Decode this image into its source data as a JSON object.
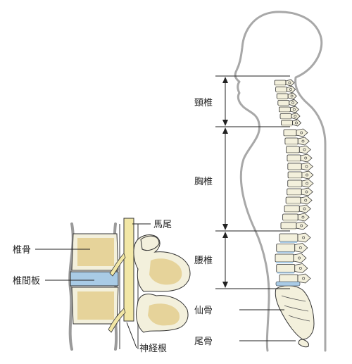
{
  "labels": {
    "cervical": "頸椎",
    "thoracic": "胸椎",
    "lumbar": "腰椎",
    "sacrum": "仙骨",
    "coccyx": "尾骨",
    "cauda_equina": "馬尾",
    "vertebra": "椎骨",
    "disc": "椎間板",
    "nerve_root": "神経根"
  },
  "colors": {
    "body_outline": "#a8a8a8",
    "bone": "#f3f0dc",
    "bone_spongy": "#e6d39a",
    "disc": "#a9cbe6",
    "nerve": "#f2e7a6",
    "line": "#333333"
  }
}
